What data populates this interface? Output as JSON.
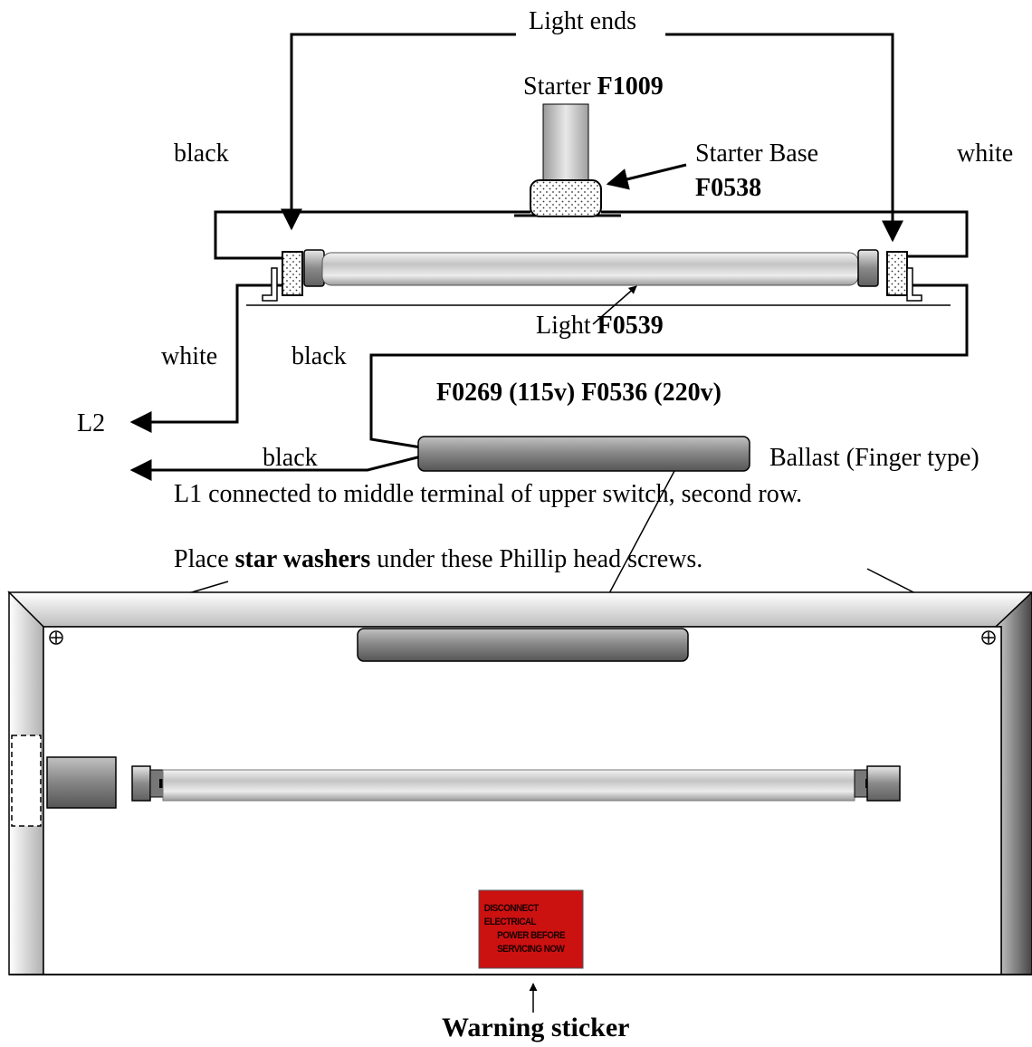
{
  "labels": {
    "light_ends": "Light ends",
    "starter_prefix": "Starter",
    "starter_code": "F1009",
    "starter_base": "Starter Base",
    "starter_base_code": "F0538",
    "wire_top_left": "black",
    "wire_top_right": "white",
    "light_prefix": "Light",
    "light_code": "F0539",
    "wire_l2": "white",
    "wire_mid": "black",
    "ballast_codes": "F0269 (115v) F0536 (220v)",
    "l2": "L2",
    "wire_l1": "black",
    "ballast": "Ballast (Finger type)",
    "l1_note": "L1 connected to middle terminal of upper switch, second row.",
    "washer_prefix": "Place",
    "washer_bold": "star washers",
    "washer_suffix": "under these Phillip head screws.",
    "warning_caption": "Warning sticker"
  },
  "warning_sticker": {
    "lines": [
      "DISCONNECT ELECTRICAL",
      "POWER BEFORE",
      "SERVICING NOW"
    ],
    "color": "#cc1111"
  }
}
